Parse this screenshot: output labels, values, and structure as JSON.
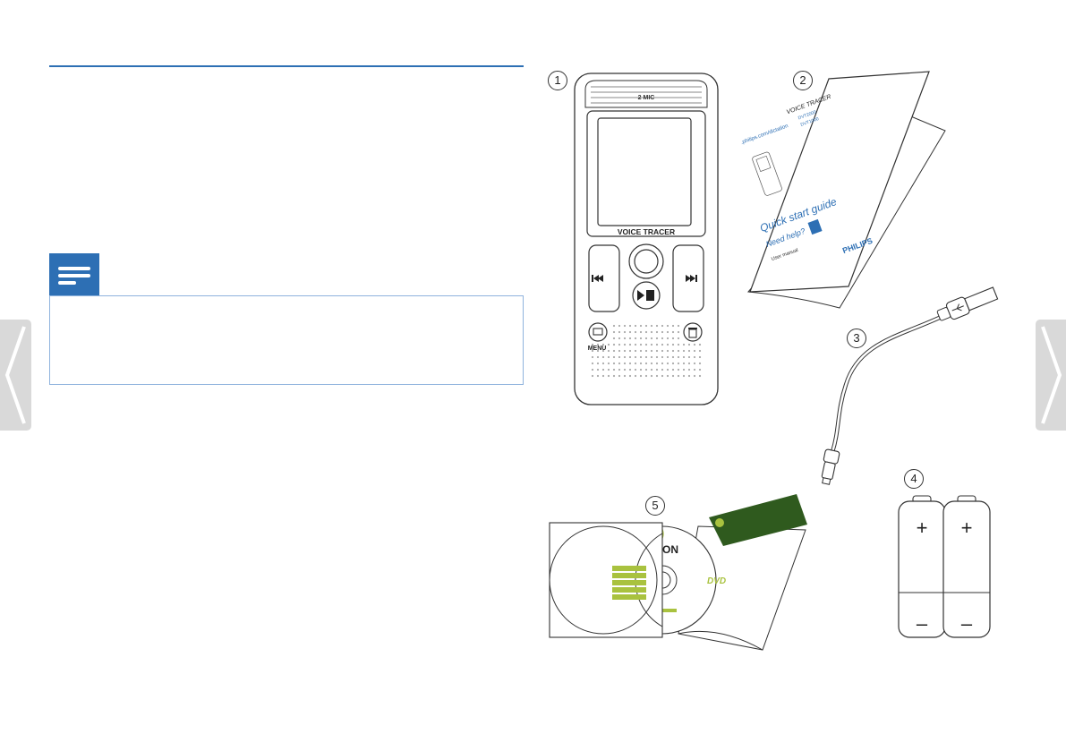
{
  "callouts": [
    "1",
    "2",
    "3",
    "4",
    "5"
  ],
  "recorder": {
    "mic_label": "2 MIC",
    "brand_label": "VOICE TRACER",
    "menu_label": "MENU"
  },
  "guide": {
    "product_title": "VOICE TRACER",
    "model_1": "DVT2000",
    "model_2": "DVT1000",
    "register_url": "www.philips.com/dictation",
    "heading": "Quick start guide",
    "help": "Need help?",
    "manual_line": "User manual",
    "brand": "PHILIPS"
  },
  "software": {
    "brand_fragment": "AGON",
    "disc_label": "DVD"
  },
  "batteries": {
    "plus": "+",
    "minus": "–"
  },
  "icons": {
    "note": "note-lines-icon",
    "prev_page": "chevron-left-icon",
    "next_page": "chevron-right-icon"
  },
  "colors": {
    "accent": "#2d6fb4",
    "note_border": "#8fb3dd",
    "nav": "#d9d9d9",
    "nuance_green": "#a9c23f",
    "card_green": "#2f5a1e"
  }
}
